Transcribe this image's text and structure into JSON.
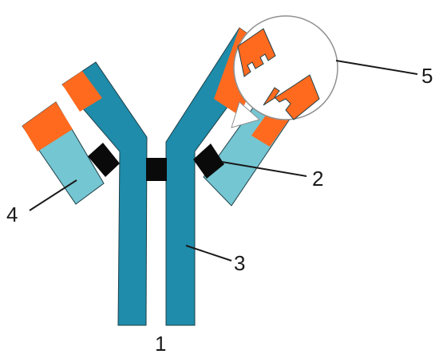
{
  "colors": {
    "heavy_chain": "#1e8caa",
    "light_chain": "#74c6d2",
    "variable_region": "#ff6a1f",
    "disulfide_bond": "#0a0a0a",
    "callout_circle": "#909090",
    "leader_line": "#1a1a1a"
  },
  "labels": {
    "label_1": "1",
    "label_2": "2",
    "label_3": "3",
    "label_4": "4",
    "label_5": "5"
  }
}
